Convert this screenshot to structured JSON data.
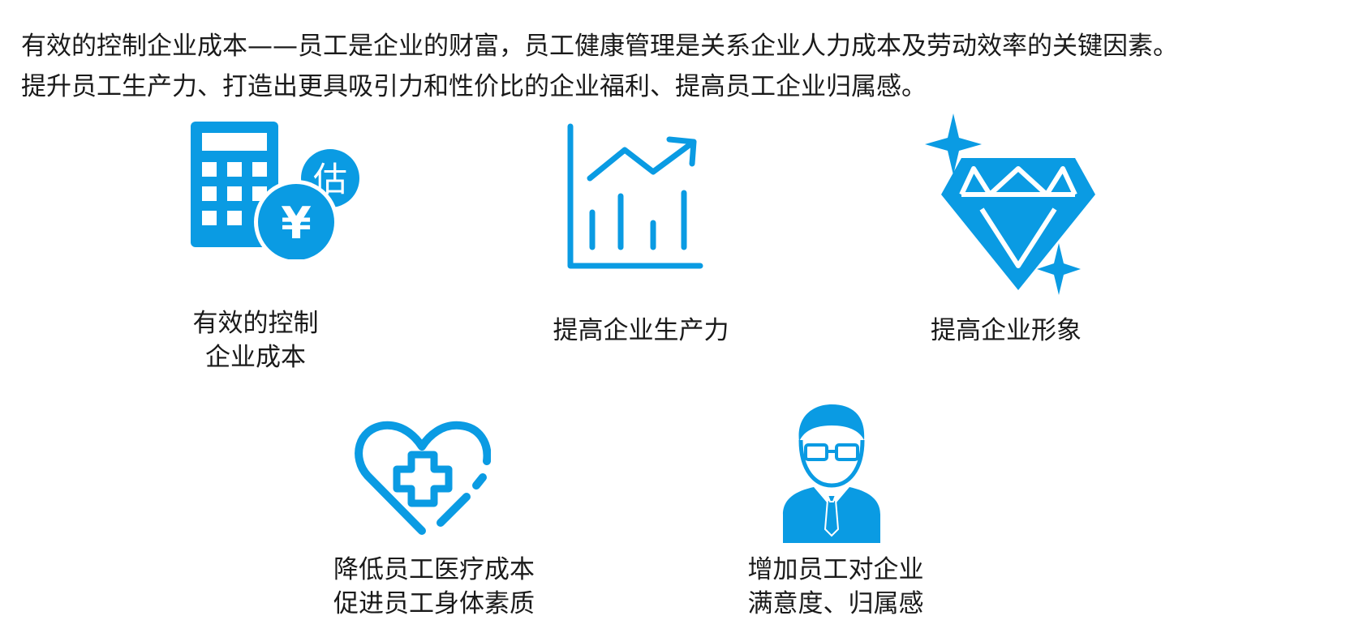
{
  "intro": {
    "line1": "有效的控制企业成本——员工是企业的财富，员工健康管理是关系企业人力成本及劳动效率的关键因素。",
    "line2": "提升员工生产力、打造出更具吸引力和性价比的企业福利、提高员工企业归属感。"
  },
  "colors": {
    "accent": "#0a9be3",
    "text": "#1a1a1a"
  },
  "items": [
    {
      "icon": "calculator-coins-icon",
      "coin_small_glyph": "估",
      "coin_large_glyph": "¥",
      "label_line1": "有效的控制",
      "label_line2": "企业成本"
    },
    {
      "icon": "growth-chart-icon",
      "label_line1": "提高企业生产力"
    },
    {
      "icon": "diamond-icon",
      "label_line1": "提高企业形象"
    },
    {
      "icon": "heart-medical-cross-icon",
      "label_line1": "降低员工医疗成本",
      "label_line2": "促进员工身体素质"
    },
    {
      "icon": "employee-avatar-icon",
      "label_line1": "增加员工对企业",
      "label_line2": "满意度、归属感"
    }
  ]
}
